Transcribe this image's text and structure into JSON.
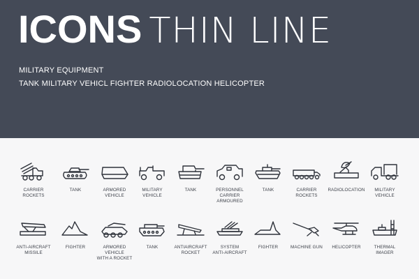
{
  "header": {
    "title_bold": "ICONS",
    "title_thin": "THIN LINE",
    "subtitle_1": "MILITARY EQUIPMENT",
    "subtitle_2": "TANK  MILITARY VEHICL  FIGHTER  RADIOLOCATION  HELICOPTER"
  },
  "icons": [
    {
      "name": "carrier-rockets-icon",
      "label": "CARRIER\nROCKETS"
    },
    {
      "name": "tank-icon",
      "label": "TANK"
    },
    {
      "name": "armored-vehicle-icon",
      "label": "ARMORED\nVEHICLE"
    },
    {
      "name": "military-vehicle-icon",
      "label": "MILITARY\nVEHICLE"
    },
    {
      "name": "tank-icon",
      "label": "TANK"
    },
    {
      "name": "personnel-carrier-icon",
      "label": "PERSONNEL\nCARRIER ARMOURED"
    },
    {
      "name": "tank-icon",
      "label": "TANK"
    },
    {
      "name": "carrier-rockets-icon",
      "label": "CARRIER\nROCKETS"
    },
    {
      "name": "radiolocation-icon",
      "label": "RADIOLOCATION"
    },
    {
      "name": "military-vehicle-icon",
      "label": "MILITARY\nVEHICLE"
    },
    {
      "name": "anti-aircraft-missile-icon",
      "label": "ANTI-AIRCRAFT\nMISSILE"
    },
    {
      "name": "fighter-icon",
      "label": "FIGHTER"
    },
    {
      "name": "armored-vehicle-rocket-icon",
      "label": "ARMORED VEHICLE\nWITH A ROCKET"
    },
    {
      "name": "tank-icon",
      "label": "TANK"
    },
    {
      "name": "antiaircraft-rocket-icon",
      "label": "ANTIAIRCRAFT\nROCKET"
    },
    {
      "name": "system-anti-aircraft-icon",
      "label": "SYSTEM\nANTI-AIRCRAFT"
    },
    {
      "name": "fighter-icon",
      "label": "FIGHTER"
    },
    {
      "name": "machine-gun-icon",
      "label": "MACHINE GUN"
    },
    {
      "name": "helicopter-icon",
      "label": "HELICOPTER"
    },
    {
      "name": "thermal-imager-icon",
      "label": "THERMAL\nIMAGER"
    }
  ]
}
